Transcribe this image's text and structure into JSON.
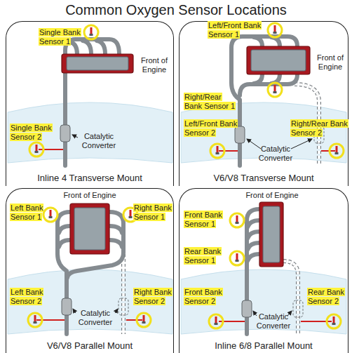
{
  "diagram": {
    "title": "Common Oxygen Sensor Locations",
    "nodes": [
      {
        "text": [
          "Inline 4 Transverse Mount"
        ]
      },
      {
        "text": [
          "V6/V8 Transverse Mount"
        ]
      },
      {
        "text": [
          "V6/V8 Parallel Mount"
        ]
      },
      {
        "text": [
          "Inline 6/8 Parallel Mount"
        ]
      }
    ],
    "labels": [
      "Single Bank Sensor 1",
      "Front of Engine",
      "Single Bank Sensor 2",
      "Catalytic Converter",
      "Left/Front Bank Sensor 1",
      "Front of Engine",
      "Right/Rear Bank Sensor 1",
      "Left/Front Bank Sensor 2",
      "Right/Rear Bank Sensor 2",
      "Catalytic Converter",
      "Front of Engine",
      "Left Bank Sensor 1",
      "Right Bank Sensor 1",
      "Left Bank Sensor 2",
      "Right Bank Sensor 2",
      "Catalytic Converter",
      "Front of Engine",
      "Front Bank Sensor 1",
      "Rear Bank Sensor 1",
      "Front Bank Sensor 2",
      "Rear Bank Sensor 2",
      "Catalytic Converter"
    ]
  }
}
